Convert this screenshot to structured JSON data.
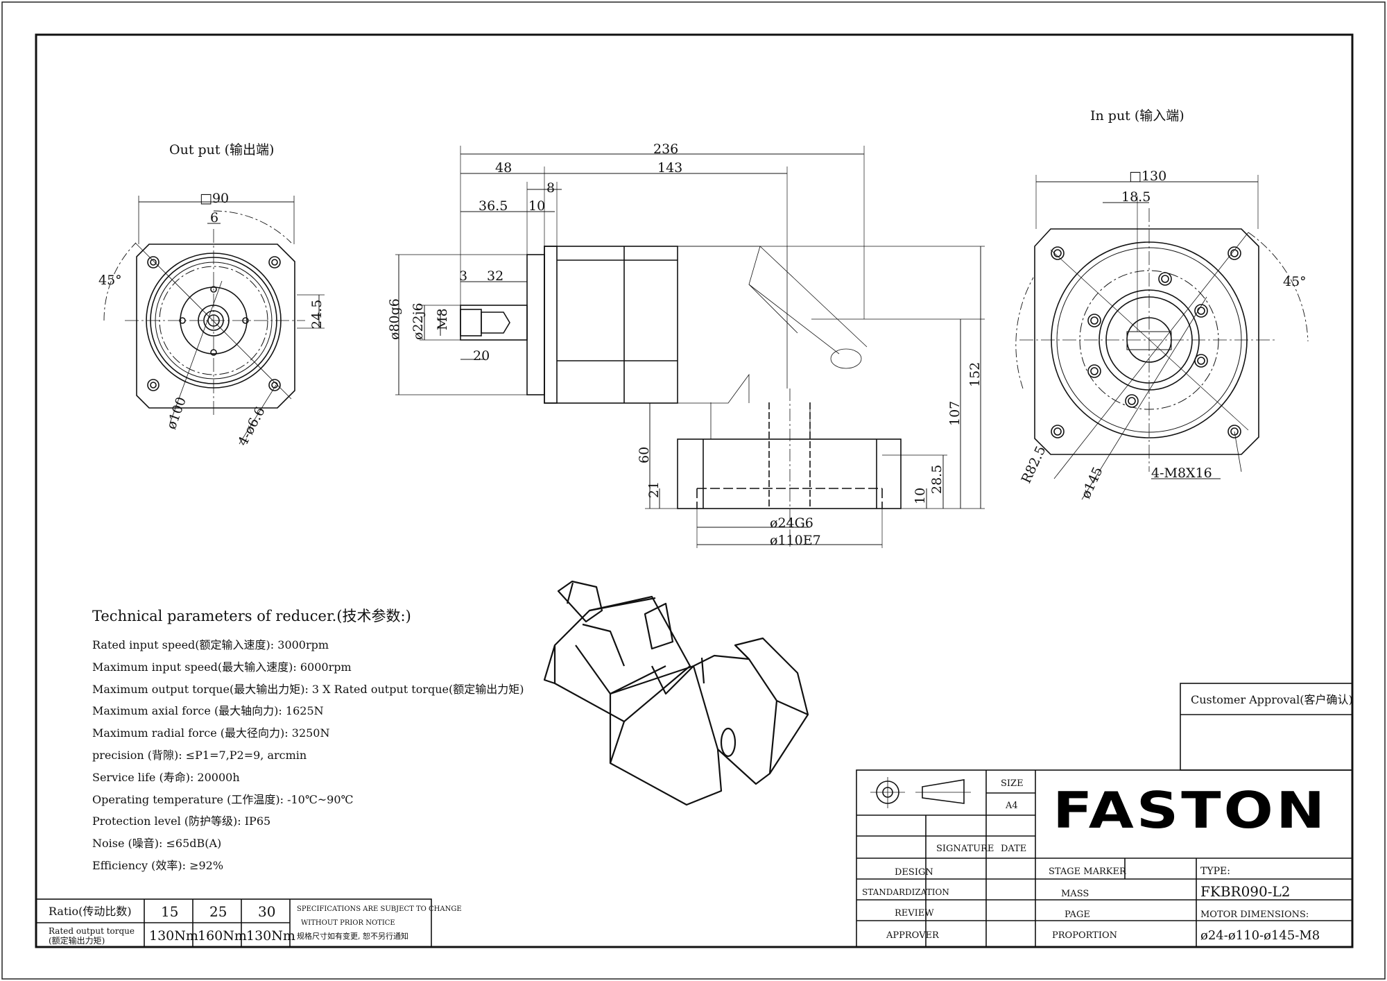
{
  "views": {
    "output_label": "Out put (输出端)",
    "input_label": "In put (输入端)"
  },
  "dimensions": {
    "out_square": "□90",
    "out_key": "6",
    "out_angle": "45°",
    "out_24_5": "24.5",
    "out_pcd": "ø100",
    "out_holes": "4-ø6.6",
    "total_length": "236",
    "d48": "48",
    "d143": "143",
    "d8": "8",
    "d36_5": "36.5",
    "d10": "10",
    "d3": "3",
    "d32": "32",
    "d20": "20",
    "d80g6": "ø80g6",
    "d22j6": "ø22j6",
    "dM8": "M8",
    "d152": "152",
    "d107": "107",
    "d60": "60",
    "d21": "21",
    "d28_5": "28.5",
    "d10b": "10",
    "d24G6": "ø24G6",
    "d110E7": "ø110E7",
    "in_square": "□130",
    "in_18_5": "18.5",
    "in_angle": "45°",
    "in_r": "R82.5",
    "in_pcd": "ø145",
    "in_holes": "4-M8X16"
  },
  "tech": {
    "title": "Technical parameters of reducer.(技术参数:)",
    "lines": [
      "Rated input speed(额定输入速度): 3000rpm",
      "Maximum input speed(最大输入速度): 6000rpm",
      "Maximum output torque(最大输出力矩): 3 X Rated output torque(额定输出力矩)",
      "Maximum axial force (最大轴向力): 1625N",
      "Maximum radial force (最大径向力): 3250N",
      "precision (背隙): ≤P1=7,P2=9, arcmin",
      "Service life (寿命): 20000h",
      "Operating temperature (工作温度): -10℃~90℃",
      "Protection level (防护等级): IP65",
      "Noise (噪音): ≤65dB(A)",
      "Efficiency (效率): ≥92%"
    ]
  },
  "ratio_table": {
    "ratio_label": "Ratio(传动比数)",
    "torque_label_1": "Rated output torque",
    "torque_label_2": "(额定输出力矩)",
    "ratios": [
      "15",
      "25",
      "30"
    ],
    "torques": [
      "130Nm",
      "160Nm",
      "130Nm"
    ],
    "note_1": "SPECIFICATIONS ARE SUBJECT TO CHANGE",
    "note_2": "WITHOUT PRIOR NOTICE",
    "note_3": "规格尺寸如有变更, 恕不另行通知"
  },
  "title_block": {
    "customer_approval": "Customer Approval(客户确认)",
    "size_label": "SIZE",
    "size_value": "A4",
    "signature": "SIGNATURE",
    "date": "DATE",
    "design": "DESIGN",
    "standardization": "STANDARDIZATION",
    "review": "REVIEW",
    "approver": "APPROVER",
    "stage_marker": "STAGE MARKER",
    "mass": "MASS",
    "page": "PAGE",
    "proportion": "PROPORTION",
    "type_label": "TYPE:",
    "type_value": "FKBR090-L2",
    "motor_label": "MOTOR DIMENSIONS:",
    "motor_value": "ø24-ø110-ø145-M8",
    "logo": "FASTON"
  }
}
